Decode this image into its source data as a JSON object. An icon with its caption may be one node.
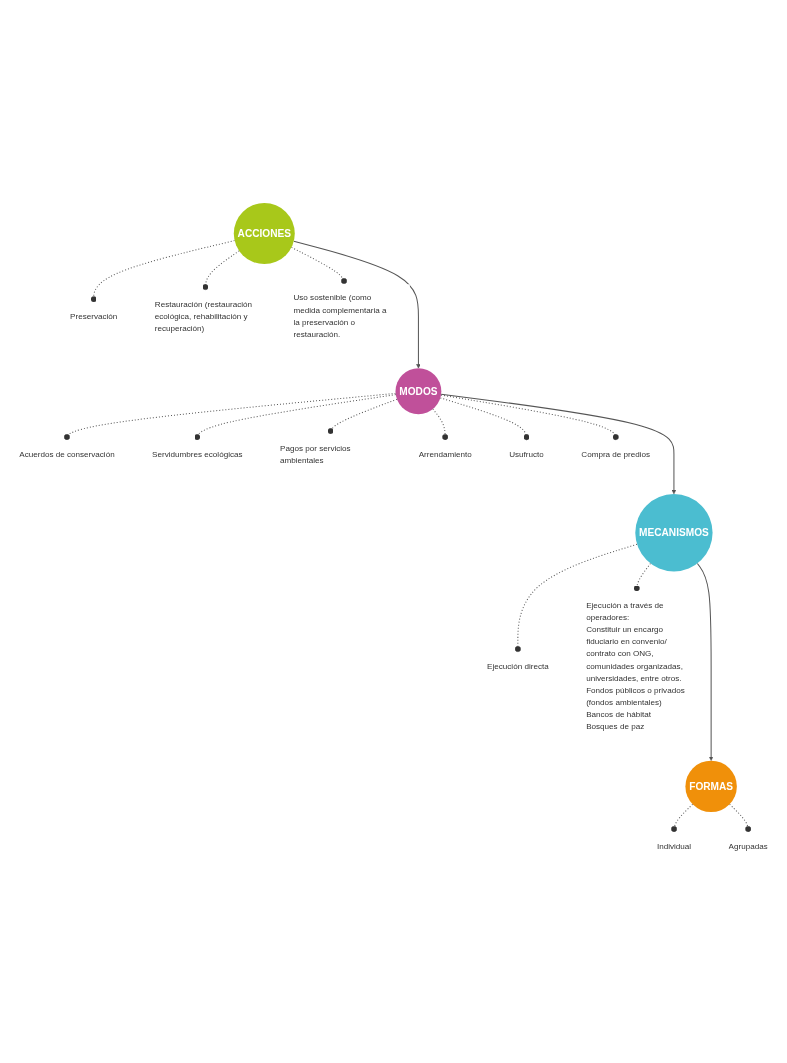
{
  "diagram": {
    "nodes": [
      {
        "text": [
          "ACCIONES"
        ]
      },
      {
        "text": [
          "Preservación"
        ]
      },
      {
        "text": [
          "Restauración (restauración ecológica, rehabilitación y recuperación)"
        ]
      },
      {
        "text": [
          "Uso sostenible (como medida complementaria a la preservación o restauración."
        ]
      },
      {
        "text": [
          "MODOS"
        ]
      },
      {
        "text": [
          "Acuerdos de conservación"
        ]
      },
      {
        "text": [
          "Servidumbres ecológicas"
        ]
      },
      {
        "text": [
          "Pagos por servicios ambientales"
        ]
      },
      {
        "text": [
          "Arrendamiento"
        ]
      },
      {
        "text": [
          "Usufructo"
        ]
      },
      {
        "text": [
          "Compra de predios"
        ]
      },
      {
        "text": [
          "MECANISMOS"
        ]
      },
      {
        "text": [
          "Ejecución directa"
        ]
      },
      {
        "text": [
          "Ejecución a través de operadores:",
          "Constituir un encargo fiduciario en convenio/ contrato con ONG, comunidades organizadas, universidades, entre otros.",
          "Fondos públicos o privados (fondos ambientales)",
          "Bancos de hábitat",
          "Bosques de paz"
        ]
      },
      {
        "text": [
          "FORMAS"
        ]
      },
      {
        "text": [
          "Individual"
        ]
      },
      {
        "text": [
          "Agrupadas"
        ]
      }
    ],
    "edges": [
      {
        "from": 0,
        "to": 1,
        "arrow": "other",
        "style": "dashed"
      },
      {
        "from": 0,
        "to": 2,
        "arrow": "other",
        "style": "dashed"
      },
      {
        "from": 0,
        "to": 3,
        "arrow": "other",
        "style": "dashed"
      },
      {
        "from": 0,
        "to": 4,
        "arrow": "to"
      },
      {
        "from": 4,
        "to": 5,
        "arrow": "other",
        "style": "dashed"
      },
      {
        "from": 4,
        "to": 6,
        "arrow": "other",
        "style": "dashed"
      },
      {
        "from": 4,
        "to": 7,
        "arrow": "other",
        "style": "dashed"
      },
      {
        "from": 4,
        "to": 8,
        "arrow": "other",
        "style": "dashed"
      },
      {
        "from": 4,
        "to": 9,
        "arrow": "other",
        "style": "dashed"
      },
      {
        "from": 4,
        "to": 10,
        "arrow": "other",
        "style": "dashed"
      },
      {
        "from": 4,
        "to": 11,
        "arrow": "to"
      },
      {
        "from": 11,
        "to": 12,
        "arrow": "other",
        "style": "dashed"
      },
      {
        "from": 11,
        "to": 13,
        "arrow": "other",
        "style": "dashed"
      },
      {
        "from": 11,
        "to": 14,
        "arrow": "to"
      },
      {
        "from": 14,
        "to": 15,
        "arrow": "other",
        "style": "dashed"
      },
      {
        "from": 14,
        "to": 16,
        "arrow": "other",
        "style": "dashed"
      }
    ]
  }
}
